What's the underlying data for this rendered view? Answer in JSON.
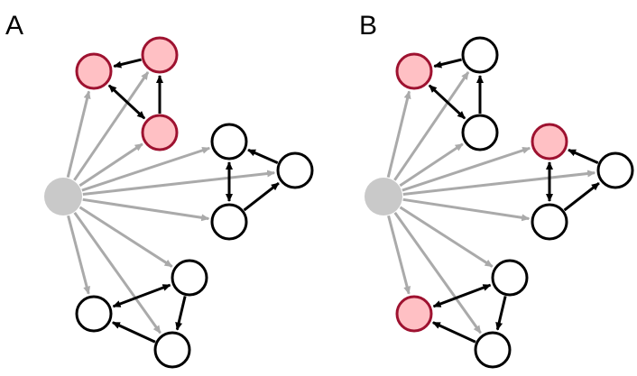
{
  "panels": [
    {
      "label": "A",
      "hub_color": "#c9c9c9",
      "active_fill": "#ffc0c4",
      "active_stroke": "#9e1230",
      "inactive_fill": "#ffffff",
      "inactive_stroke": "#000000",
      "triads": [
        {
          "name": "top",
          "active": [
            true,
            true,
            true
          ]
        },
        {
          "name": "middle",
          "active": [
            false,
            false,
            false
          ]
        },
        {
          "name": "bottom",
          "active": [
            false,
            false,
            false
          ]
        }
      ]
    },
    {
      "label": "B",
      "hub_color": "#c9c9c9",
      "active_fill": "#ffc0c4",
      "active_stroke": "#9e1230",
      "inactive_fill": "#ffffff",
      "inactive_stroke": "#000000",
      "triads": [
        {
          "name": "top",
          "active": [
            true,
            false,
            false
          ]
        },
        {
          "name": "middle",
          "active": [
            true,
            false,
            false
          ]
        },
        {
          "name": "bottom",
          "active": [
            false,
            true,
            false
          ]
        }
      ]
    }
  ],
  "colors": {
    "hub_edge": "#aaaaaa",
    "triad_edge": "#000000"
  }
}
